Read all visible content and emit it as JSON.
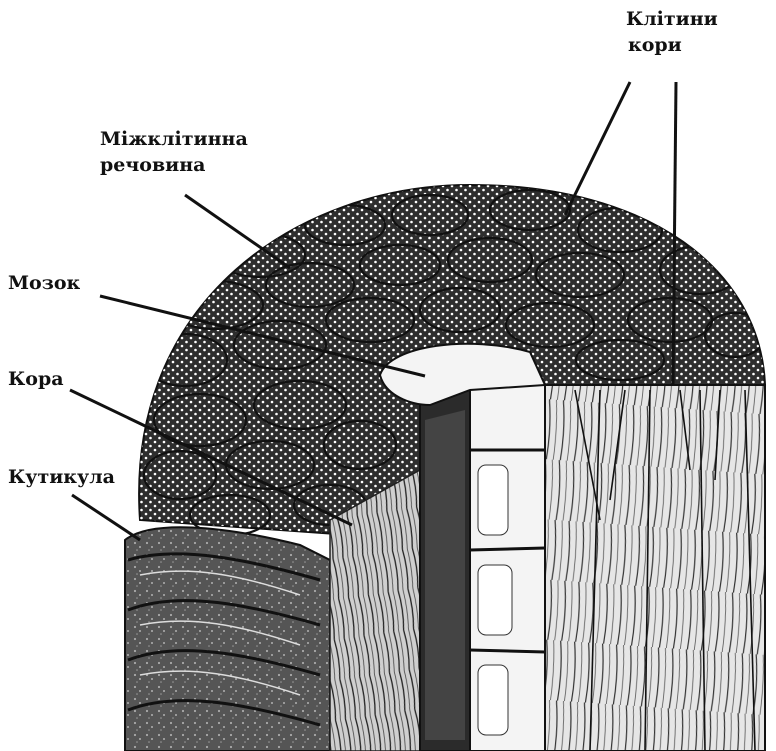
{
  "labels": {
    "cortex_cells": [
      "Клітини",
      "кори"
    ],
    "intercellular": [
      "Міжклітинна",
      "речовина"
    ],
    "medulla": "Мозок",
    "cortex": "Кора",
    "cuticle": "Кутикула"
  },
  "colors": {
    "background": "#ffffff",
    "ink": "#111111",
    "cells_fill": "#3a3a3a",
    "medulla_dark": "#2a2a2a",
    "medulla_light": "#f4f4f4",
    "cortex_fibers": "#d8d8d8"
  }
}
